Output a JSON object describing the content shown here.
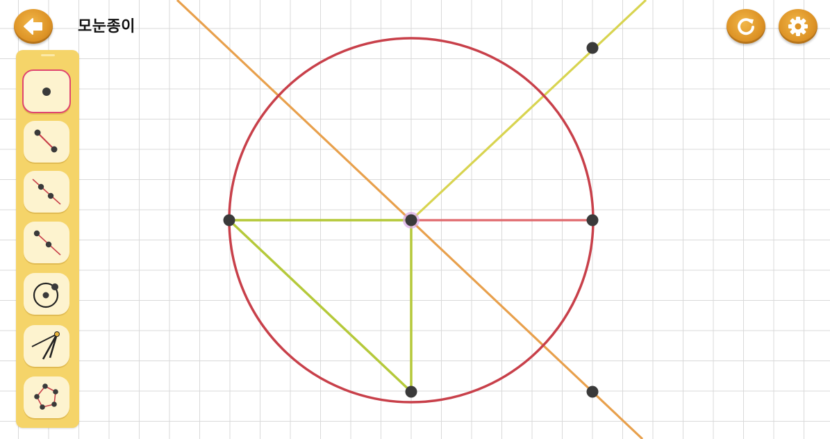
{
  "header": {
    "title": "모눈종이",
    "back_icon": "arrow-left-icon",
    "reset_icon": "refresh-icon",
    "settings_icon": "gear-icon",
    "button_color": "#dd9326"
  },
  "toolbar": {
    "background": "#f5d469",
    "active_tool": "point",
    "tools": [
      {
        "id": "point",
        "icon": "point-icon",
        "active": true
      },
      {
        "id": "segment",
        "icon": "segment-icon",
        "active": false
      },
      {
        "id": "line",
        "icon": "line-icon",
        "active": false
      },
      {
        "id": "ray",
        "icon": "ray-icon",
        "active": false
      },
      {
        "id": "circle",
        "icon": "circle-icon",
        "active": false
      },
      {
        "id": "compass",
        "icon": "compass-icon",
        "active": false
      },
      {
        "id": "polygon",
        "icon": "polygon-icon",
        "active": false
      }
    ]
  },
  "canvas": {
    "grid_color": "#d9d9d9",
    "colors": {
      "circle": "#c8404a",
      "radius": "#e06a6e",
      "green_segments": "#b5c93a",
      "yellow_ray": "#d8d450",
      "orange_line": "#e8a04c",
      "point": "#3a3a3a",
      "center_highlight": "#d9a8e6"
    }
  }
}
